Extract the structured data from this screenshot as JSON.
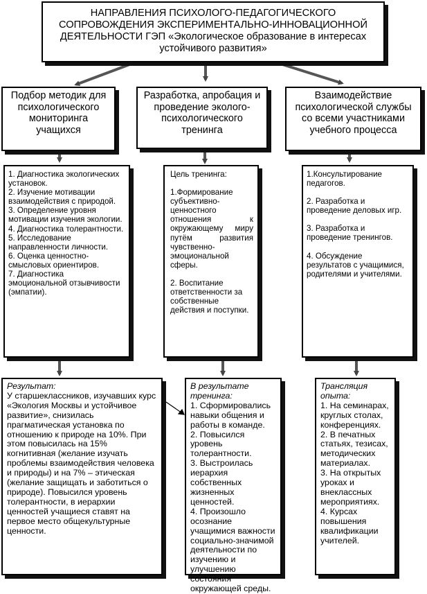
{
  "title": "НАПРАВЛЕНИЯ ПСИХОЛОГО-ПЕДАГОГИЧЕСКОГО СОПРОВОЖДЕНИЯ ЭКСПЕРИМЕНТАЛЬНО-ИННОВАЦИОННОЙ ДЕЯТЕЛЬНОСТИ ГЭП «Экологическое образование в интересах устойчивого развития»",
  "directions": [
    {
      "title": "Подбор  методик для психологического мониторинга учащихся"
    },
    {
      "title": "Разработка, апробация и проведение эколого-психологического тренинга"
    },
    {
      "title": "Взаимодействие психологической службы со всеми участниками учебного процесса"
    }
  ],
  "methods": {
    "items": [
      "1. Диагностика экологических установок.",
      "2. Изучение мотивации взаимодействия с природой.",
      "3. Определение уровня мотивации изучения экологии.",
      "4. Диагностика толерантности.",
      "5. Исследование направленности личности.",
      "6. Оценка ценностно-смысловых ориентиров.",
      "7. Диагностика эмоциональной отзывчивости (эмпатии)."
    ]
  },
  "training": {
    "heading": "Цель тренинга:",
    "items": [
      "1.Формирование субъективно-ценностного отношения к окружающему миру путём развития чувственно-эмоциональной сферы.",
      "2. Воспитание ответственности за собственные действия и поступки."
    ]
  },
  "interaction": {
    "items": [
      "1.Консультирование педагогов.",
      "2. Разработка и проведение деловых игр.",
      "3. Разработка и проведение тренингов.",
      " 4. Обсуждение результатов  с учащимися, родителями и учителями."
    ]
  },
  "results": {
    "heading": "Результат:",
    "text": "У старшеклассников, изучавших курс «Экология Москвы и устойчивое развитие», снизилась прагматическая установка по отношению к природе на 10%. При этом повысилась на 15% когнитивная (желание изучать проблемы взаимодействия человека и природы) и на 7% – этическая (желание защищать и заботиться о природе). Повысился  уровень толерантности, в иерархии ценностей учащиеся ставят на первое место общекультурные ценности."
  },
  "training_results": {
    "heading": "В результате тренинга:",
    "items": [
      "1. Сформировались навыки общения и работы в команде.",
      "2. Повысился уровень толерантности.",
      "3. Выстроилась иерархия собственных жизненных ценностей.",
      "4. Произошло осознание учащимися важности социально-значимой деятельности по изучению и улучшению состояния окружающей среды."
    ]
  },
  "broadcast": {
    "heading": "Трансляция опыта:",
    "items": [
      "1. На семинарах, круглых столах, конференциях.",
      "2. В печатных статьях, тезисах, методических материалах.",
      "3. На открытых уроках и внеклассных мероприятиях.",
      "4. Курсах повышения квалификации учителей."
    ]
  }
}
